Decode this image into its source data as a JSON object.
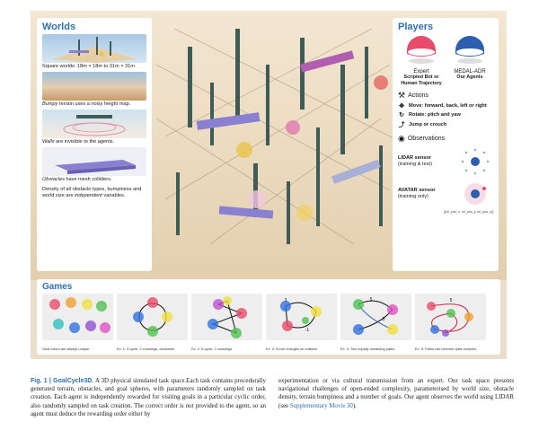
{
  "worlds": {
    "title": "Worlds",
    "captions": {
      "square_size": "Square worlds: 18m × 18m to 31m × 31m",
      "bumpy_em": "Bumpy",
      "bumpy_rest": " terrain uses a noisy height map.",
      "walls_em": "Walls",
      "walls_rest": " are invisible to the agents.",
      "obstacles_em": "Obstacles",
      "obstacles_rest": " have mesh colliders.",
      "density_pre": "Density of all obstacle types, bumpiness and world size are ",
      "density_em": "independent",
      "density_post": " variables."
    }
  },
  "players": {
    "title": "Players",
    "expert": {
      "label": "Expert",
      "sub": "Scripted Bot or Human Trajectory",
      "color": "#e94b6a"
    },
    "agent": {
      "label": "MEDAL-ADR",
      "sub": "Our Agents",
      "color": "#2c5fb0"
    },
    "actions_title": "Actions",
    "actions": [
      {
        "icon": "move-arrows-icon",
        "text": "Move: forward, back, left or right"
      },
      {
        "icon": "rotate-icon",
        "text": "Rotate: pitch and yaw"
      },
      {
        "icon": "jump-icon",
        "text": "Jump or crouch"
      }
    ],
    "observations_title": "Observations",
    "lidar": {
      "label": "LIDAR sensor",
      "sub": "(training & test)"
    },
    "avatar": {
      "label": "AVATAR sensor",
      "sub": "(training only)"
    },
    "obs_note": "[(rel_pos_x, rel_pos_y, rel_pos_z)]"
  },
  "games": {
    "title": "Games",
    "examples": [
      {
        "caption": "Goal colors are always unique."
      },
      {
        "caption": "Ex. 1: 4-cycle, 0 crossings, clockwise"
      },
      {
        "caption": "Ex. 2: 5-cycle, 2 crossings"
      },
      {
        "caption": "Ex. 3: Score changes on collision",
        "labels": [
          "3",
          "-1"
        ]
      },
      {
        "caption": "Ex. 4: Two equally rewarding paths",
        "labels": [
          "5",
          "5"
        ]
      },
      {
        "caption": "Ex. 5: Paths can become quite complex",
        "labels": [
          "5"
        ]
      }
    ]
  },
  "caption": {
    "fig_label": "Fig. 1 | GoalCycle3D.",
    "left_text": " A 3D physical simulated task space.Each task contains procedurally generated terrain, obstacles, and goal spheres, with parameters randomly sampled on task creation. Each agent is independently rewarded for visiting goals in a particular cyclic order, also randomly sampled on task creation. The correct order is not provided to the agent, so an agent must deduce the rewarding order either by",
    "right_pre": "experimentation or via cultural transmission from an expert. Our task space presents navigational challenges of open-ended complexity, parameterised by world size, obstacle density, terrain bumpiness and a number of goals. Our agent observes the world using LIDAR (see ",
    "right_link": "Supplementary Movie 30",
    "right_post": ")."
  }
}
